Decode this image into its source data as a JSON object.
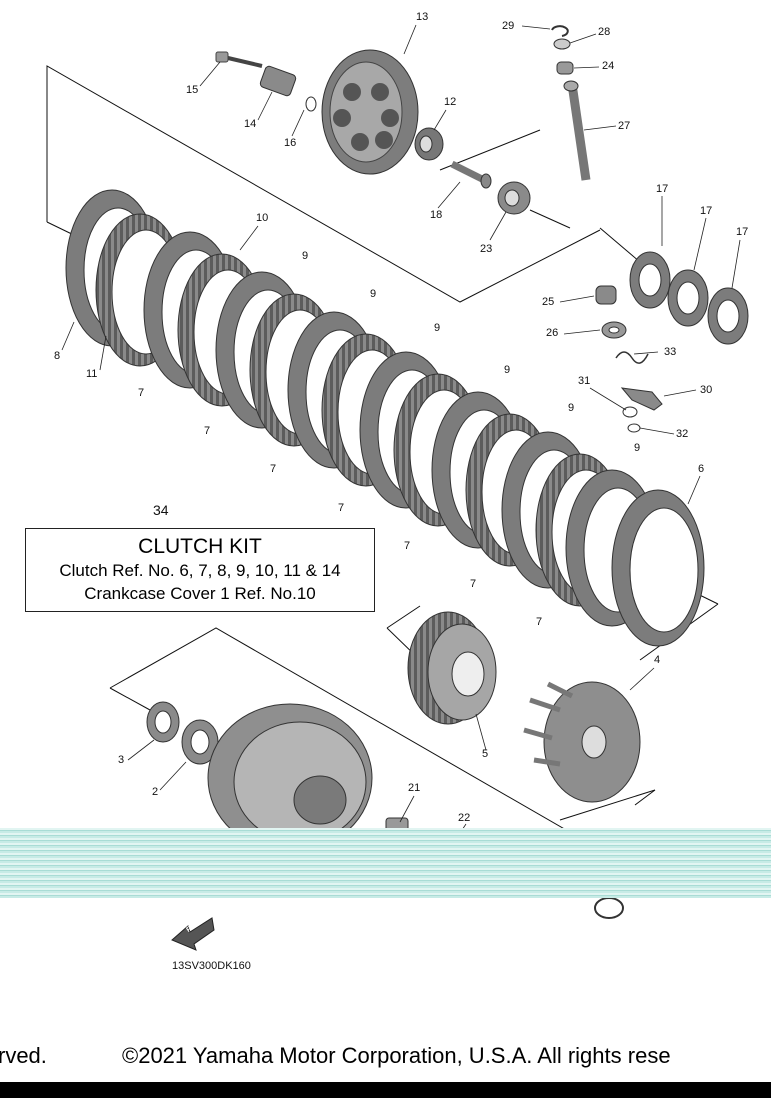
{
  "callouts": [
    {
      "n": "13"
    },
    {
      "n": "29"
    },
    {
      "n": "28"
    },
    {
      "n": "24"
    },
    {
      "n": "15"
    },
    {
      "n": "14"
    },
    {
      "n": "16"
    },
    {
      "n": "12"
    },
    {
      "n": "27"
    },
    {
      "n": "18"
    },
    {
      "n": "23"
    },
    {
      "n": "10"
    },
    {
      "n": "9"
    },
    {
      "n": "9"
    },
    {
      "n": "9"
    },
    {
      "n": "9"
    },
    {
      "n": "9"
    },
    {
      "n": "9"
    },
    {
      "n": "17"
    },
    {
      "n": "17"
    },
    {
      "n": "17"
    },
    {
      "n": "25"
    },
    {
      "n": "26"
    },
    {
      "n": "33"
    },
    {
      "n": "31"
    },
    {
      "n": "30"
    },
    {
      "n": "32"
    },
    {
      "n": "8"
    },
    {
      "n": "11"
    },
    {
      "n": "7"
    },
    {
      "n": "7"
    },
    {
      "n": "7"
    },
    {
      "n": "7"
    },
    {
      "n": "7"
    },
    {
      "n": "7"
    },
    {
      "n": "7"
    },
    {
      "n": "6"
    },
    {
      "n": "4"
    },
    {
      "n": "5"
    },
    {
      "n": "3"
    },
    {
      "n": "2"
    },
    {
      "n": "21"
    },
    {
      "n": "22"
    }
  ],
  "kit": {
    "number": "34",
    "title": "CLUTCH KIT",
    "line1": "Clutch Ref. No. 6, 7, 8, 9, 10, 11 & 14",
    "line2": "Crankcase Cover 1 Ref. No.10"
  },
  "fwd_label": "FWD",
  "diagram_code": "13SV300DK160",
  "copyright_left": "rved.",
  "copyright_right": "©2021 Yamaha Motor Corporation, U.S.A. All rights rese"
}
